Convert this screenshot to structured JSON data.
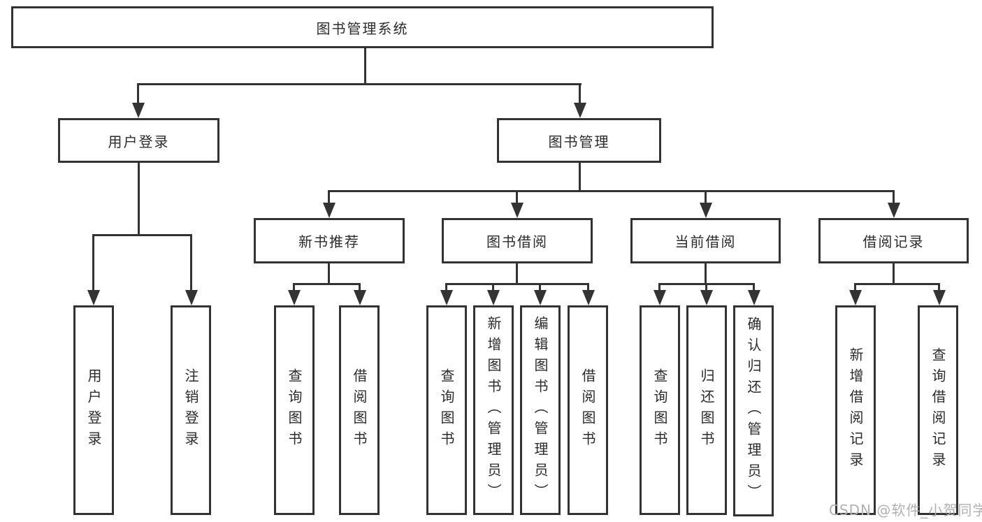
{
  "diagram": {
    "type": "tree",
    "root": {
      "label": "图书管理系统"
    },
    "level2": [
      {
        "label": "用户登录",
        "parent": "图书管理系统"
      },
      {
        "label": "图书管理",
        "parent": "图书管理系统"
      }
    ],
    "level3": [
      {
        "label": "新书推荐",
        "parent": "图书管理"
      },
      {
        "label": "图书借阅",
        "parent": "图书管理"
      },
      {
        "label": "当前借阅",
        "parent": "图书管理"
      },
      {
        "label": "借阅记录",
        "parent": "图书管理"
      }
    ],
    "leaves": [
      {
        "label": "用户登录",
        "parent": "用户登录"
      },
      {
        "label": "注销登录",
        "parent": "用户登录"
      },
      {
        "label": "查询图书",
        "parent": "新书推荐"
      },
      {
        "label": "借阅图书",
        "parent": "新书推荐"
      },
      {
        "label": "查询图书",
        "parent": "图书借阅"
      },
      {
        "label": "新增图书（管理员）",
        "parent": "图书借阅"
      },
      {
        "label": "编辑图书（管理员）",
        "parent": "图书借阅"
      },
      {
        "label": "借阅图书",
        "parent": "图书借阅"
      },
      {
        "label": "查询图书",
        "parent": "当前借阅"
      },
      {
        "label": "归还图书",
        "parent": "当前借阅"
      },
      {
        "label": "确认归还（管理员）",
        "parent": "当前借阅"
      },
      {
        "label": "新增借阅记录",
        "parent": "借阅记录"
      },
      {
        "label": "查询借阅记录",
        "parent": "借阅记录"
      }
    ]
  },
  "watermark": {
    "text": "CSDN @软件_小贺同学"
  },
  "colors": {
    "line": "#333333",
    "node_bg": "#ffffff",
    "canvas_bg": "#ffffff",
    "watermark": "#b0b0b0"
  }
}
